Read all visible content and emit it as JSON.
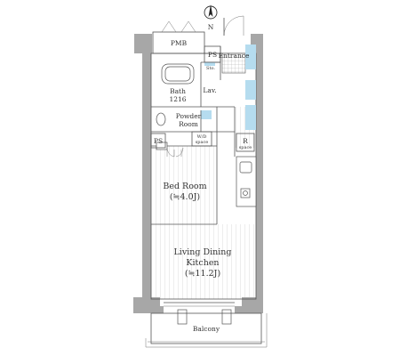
{
  "plan": {
    "compass": {
      "north": "N"
    },
    "rooms": {
      "pmb": "PMB",
      "ps_top": "PS",
      "entrance": "Entrance",
      "sto": "Sto.",
      "bath": "Bath",
      "bath_size": "1216",
      "lav": "Lav.",
      "powder_room_line1": "Powder",
      "powder_room_line2": "Room",
      "ps_mid": "PS",
      "wd": "W/D",
      "wd_sub": "space",
      "r": "R",
      "r_sub": "space",
      "bedroom": "Bed Room",
      "bedroom_size": "(≒4.0J)",
      "ldk_line1": "Living Dining",
      "ldk_line2": "Kitchen",
      "ldk_size": "(≒11.2J)",
      "balcony": "Balcony"
    },
    "colors": {
      "wall": "#a7a7a7",
      "glass": "#b5dcef",
      "line": "#555555",
      "floor_stripe": "#cccccc"
    }
  }
}
